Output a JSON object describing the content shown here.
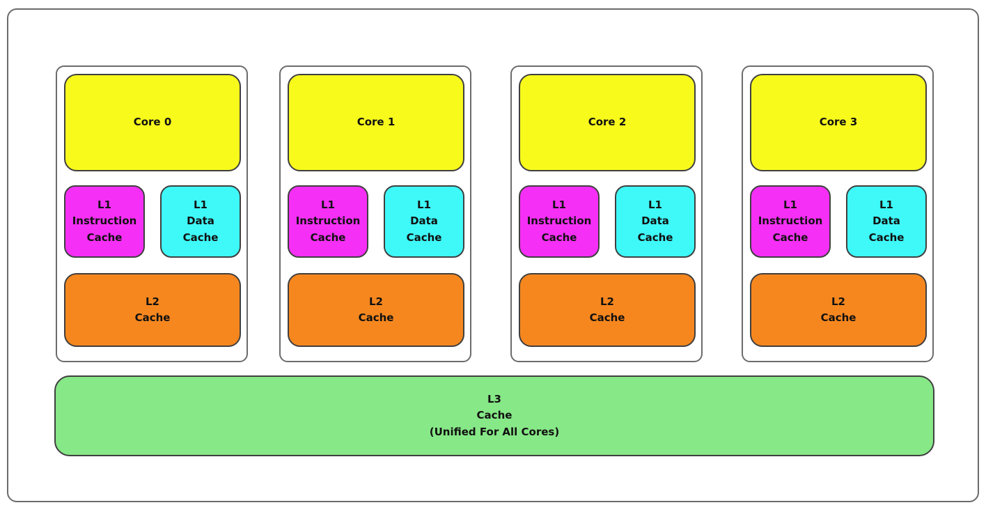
{
  "cores": [
    {
      "core_label": "Core 0",
      "l1i": [
        "L1",
        "Instruction",
        "Cache"
      ],
      "l1d": [
        "L1",
        "Data",
        "Cache"
      ],
      "l2": [
        "L2",
        "Cache"
      ]
    },
    {
      "core_label": "Core 1",
      "l1i": [
        "L1",
        "Instruction",
        "Cache"
      ],
      "l1d": [
        "L1",
        "Data",
        "Cache"
      ],
      "l2": [
        "L2",
        "Cache"
      ]
    },
    {
      "core_label": "Core 2",
      "l1i": [
        "L1",
        "Instruction",
        "Cache"
      ],
      "l1d": [
        "L1",
        "Data",
        "Cache"
      ],
      "l2": [
        "L2",
        "Cache"
      ]
    },
    {
      "core_label": "Core 3",
      "l1i": [
        "L1",
        "Instruction",
        "Cache"
      ],
      "l1d": [
        "L1",
        "Data",
        "Cache"
      ],
      "l2": [
        "L2",
        "Cache"
      ]
    }
  ],
  "l3": [
    "L3",
    "Cache",
    "(Unified For All Cores)"
  ],
  "colors": {
    "core": "#f8fa1c",
    "l1_instruction": "#f52ff5",
    "l1_data": "#3ff8f8",
    "l2": "#f6871f",
    "l3": "#87e887"
  }
}
